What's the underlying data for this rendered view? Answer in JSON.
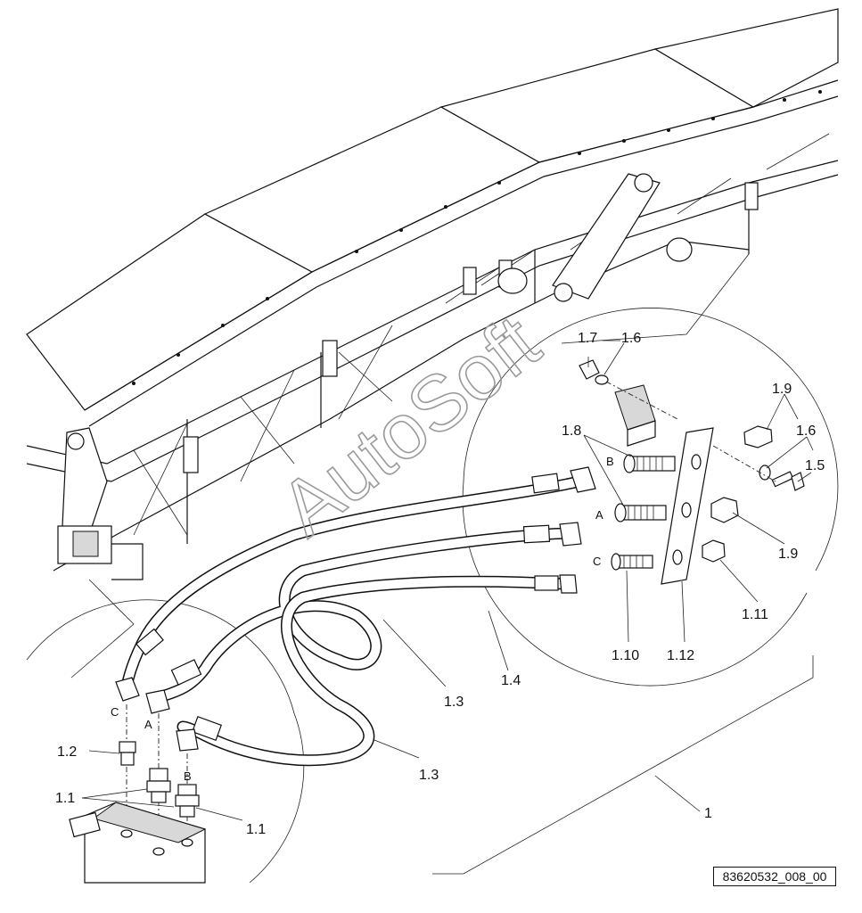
{
  "watermark": "AutoSoft",
  "reference_code": "83620532_008_00",
  "callouts": {
    "c1_7": "1.7",
    "c1_6_top": "1.6",
    "c1_9_top": "1.9",
    "c1_6_right": "1.6",
    "c1_5": "1.5",
    "c1_8": "1.8",
    "c1_9_mid": "1.9",
    "c1_11": "1.11",
    "c1_10": "1.10",
    "c1_12": "1.12",
    "c1_4": "1.4",
    "c1_3_top": "1.3",
    "c1_3_bottom": "1.3",
    "c1_2": "1.2",
    "c1_1_left": "1.1",
    "c1_1_right": "1.1",
    "c1": "1"
  },
  "port_letters": {
    "right_b": "B",
    "right_a": "A",
    "right_c": "C",
    "left_c": "C",
    "left_a": "A",
    "left_b": "B"
  }
}
